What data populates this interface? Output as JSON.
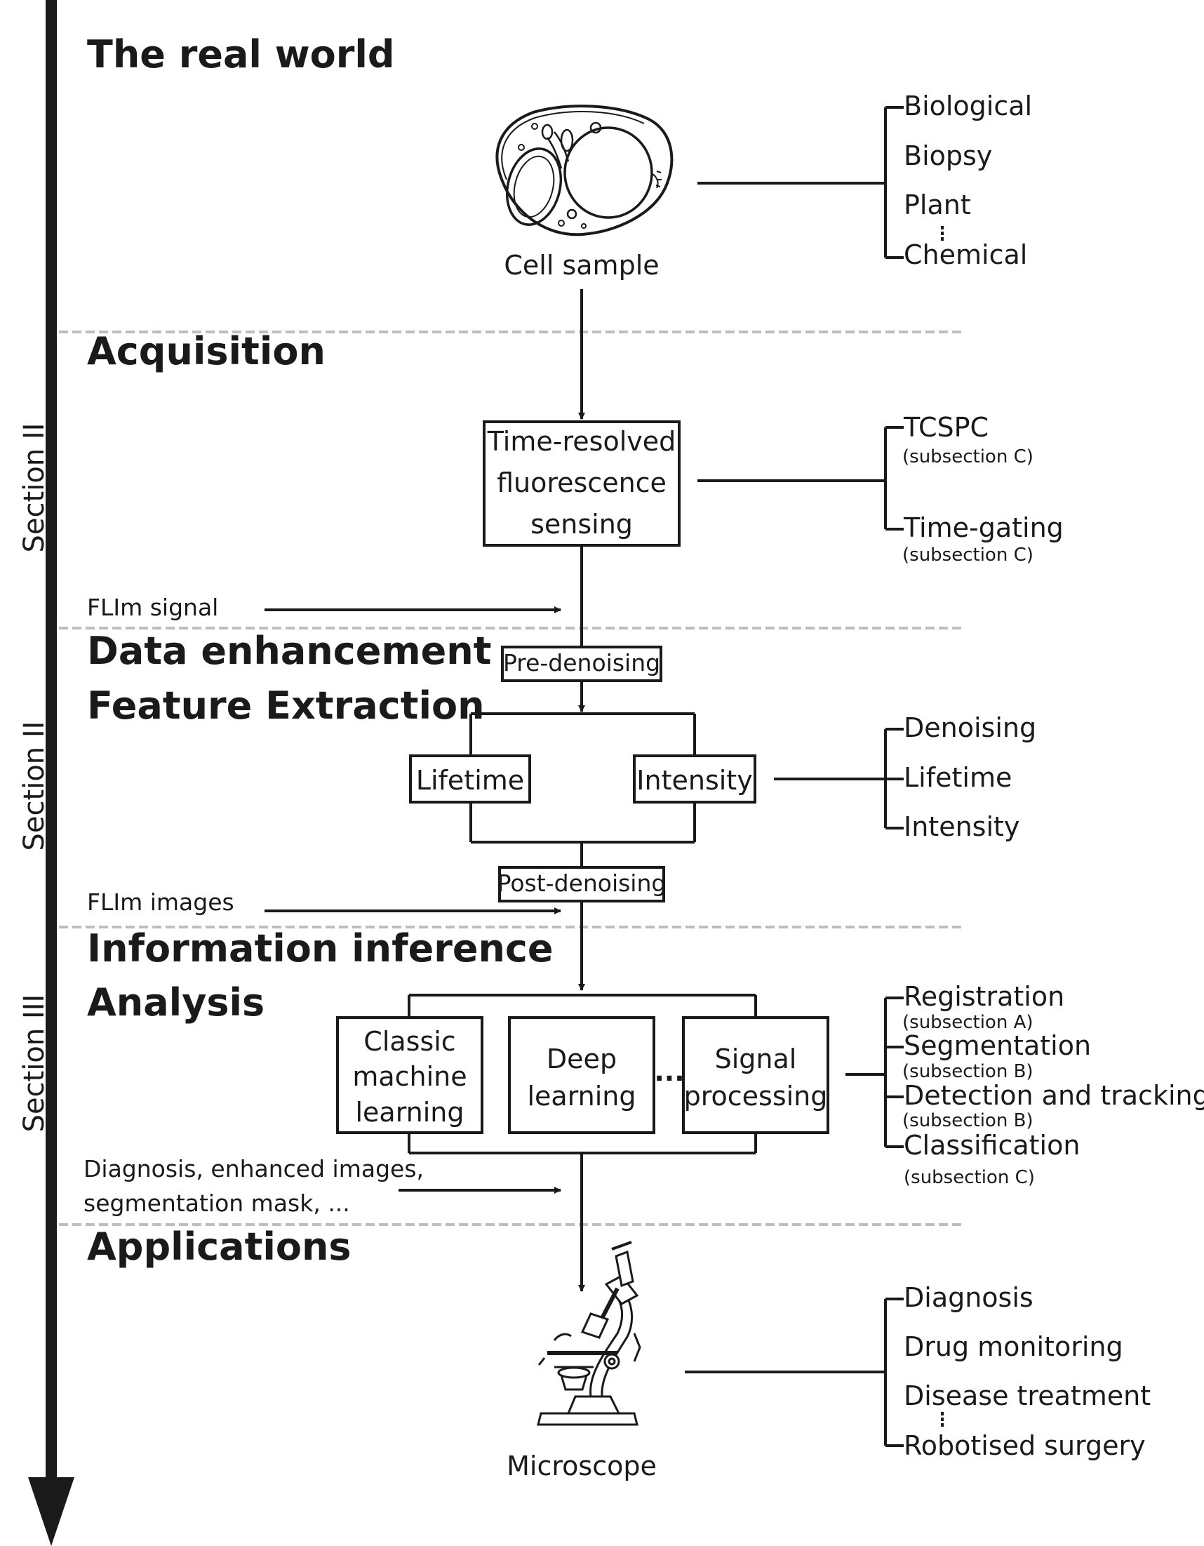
{
  "headings": {
    "real_world": "The real world",
    "acquisition": "Acquisition",
    "data_enhancement": "Data enhancement",
    "feature_extraction": "Feature Extraction",
    "information_inference": "Information inference",
    "analysis": "Analysis",
    "applications": "Applications"
  },
  "sections": {
    "acquisition": "Section II",
    "enhancement": "Section II",
    "inference": "Section III"
  },
  "nodes": {
    "cell_sample": "Cell sample",
    "sensing": [
      "Time-resolved",
      "fluorescence",
      "sensing"
    ],
    "pre_denoising": "Pre-denoising",
    "lifetime": "Lifetime",
    "intensity": "Intensity",
    "post_denoising": "Post-denoising",
    "classic_ml": [
      "Classic",
      "machine",
      "learning"
    ],
    "deep_learning": [
      "Deep",
      "learning"
    ],
    "signal_processing": [
      "Signal",
      "processing"
    ],
    "ellipsis": "...",
    "microscope": "Microscope"
  },
  "flow_labels": {
    "flim_signal": "FLIm signal",
    "flim_images": "FLIm images",
    "outputs": [
      "Diagnosis, enhanced images,",
      "segmentation mask, ..."
    ]
  },
  "lists": {
    "samples": [
      "Biological",
      "Biopsy",
      "Plant",
      "Chemical"
    ],
    "acquisition": [
      {
        "label": "TCSPC",
        "note": "(subsection C)"
      },
      {
        "label": "Time-gating",
        "note": "(subsection C)"
      }
    ],
    "enhancement": [
      "Denoising",
      "Lifetime",
      "Intensity"
    ],
    "inference": [
      {
        "label": "Registration",
        "note": "(subsection A)"
      },
      {
        "label": "Segmentation",
        "note": "(subsection B)"
      },
      {
        "label": "Detection and tracking",
        "note": "(subsection B)"
      },
      {
        "label": "Classification",
        "note": "(subsection C)"
      }
    ],
    "applications": [
      "Diagnosis",
      "Drug monitoring",
      "Disease treatment",
      "Robotised surgery"
    ]
  }
}
